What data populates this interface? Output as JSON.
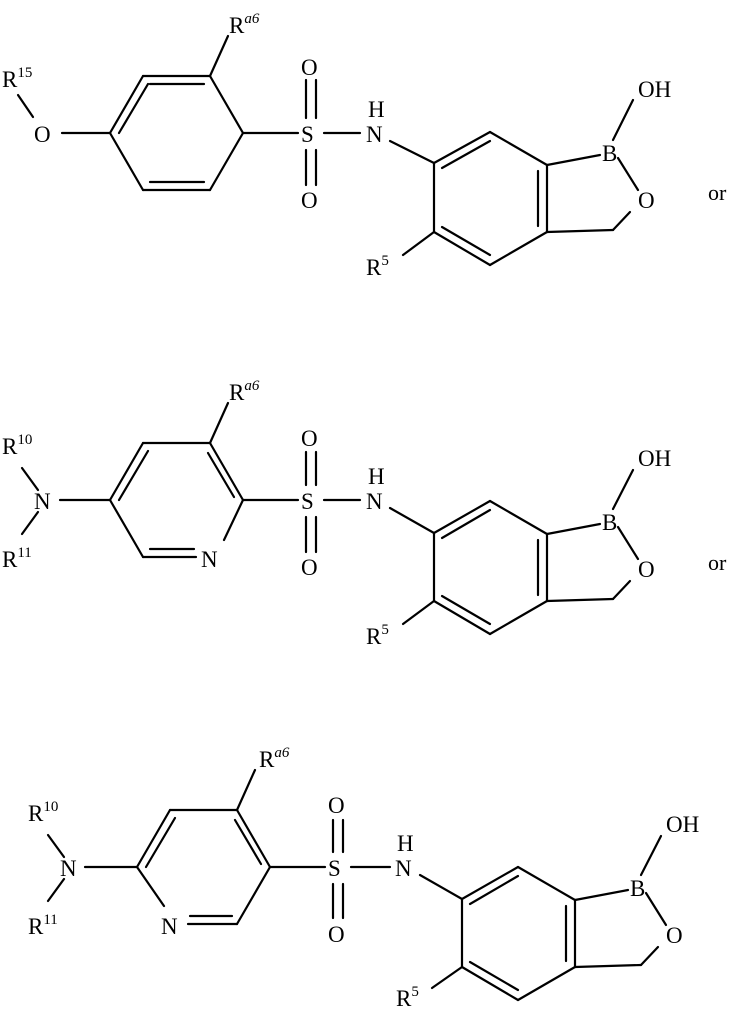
{
  "structures": [
    {
      "atoms": {
        "r15": "R",
        "r15_sup": "15",
        "o_ether": "O",
        "ra6": "R",
        "ra6_sup": "a6",
        "s": "S",
        "o_s_top": "O",
        "o_s_bot": "O",
        "h": "H",
        "n": "N",
        "oh": "OH",
        "b": "B",
        "o_ring": "O",
        "r5": "R",
        "r5_sup": "5"
      },
      "connector": "or"
    },
    {
      "atoms": {
        "r10": "R",
        "r10_sup": "10",
        "n_amine": "N",
        "r11": "R",
        "r11_sup": "11",
        "n_pyr": "N",
        "ra6": "R",
        "ra6_sup": "a6",
        "s": "S",
        "o_s_top": "O",
        "o_s_bot": "O",
        "h": "H",
        "n": "N",
        "oh": "OH",
        "b": "B",
        "o_ring": "O",
        "r5": "R",
        "r5_sup": "5"
      },
      "connector": "or"
    },
    {
      "atoms": {
        "r10": "R",
        "r10_sup": "10",
        "n_amine": "N",
        "r11": "R",
        "r11_sup": "11",
        "n_pyr": "N",
        "ra6": "R",
        "ra6_sup": "a6",
        "s": "S",
        "o_s_top": "O",
        "o_s_bot": "O",
        "h": "H",
        "n": "N",
        "oh": "OH",
        "b": "B",
        "o_ring": "O",
        "r5": "R",
        "r5_sup": "5"
      }
    }
  ]
}
